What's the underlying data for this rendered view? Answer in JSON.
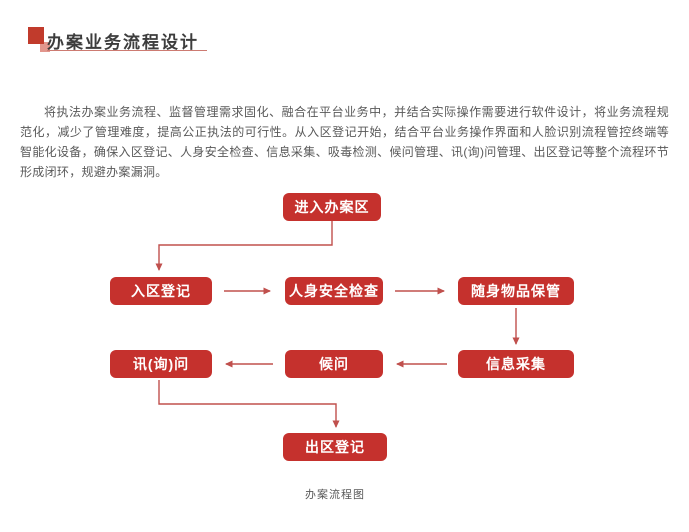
{
  "header": {
    "title": "办案业务流程设计"
  },
  "paragraph": "将执法办案业务流程、监督管理需求固化、融合在平台业务中，并结合实际操作需要进行软件设计，将业务流程规范化，减少了管理难度，提高公正执法的可行性。从入区登记开始，结合平台业务操作界面和人脸识别流程管控终端等智能化设备，确保入区登记、人身安全检查、信息采集、吸毒检测、候问管理、讯(询)问管理、出区登记等整个流程环节形成闭环，规避办案漏洞。",
  "flowchart": {
    "nodes": [
      {
        "id": "enter-case-area",
        "label": "进入办案区"
      },
      {
        "id": "entry-registration",
        "label": "入区登记"
      },
      {
        "id": "personal-safety-check",
        "label": "人身安全检查"
      },
      {
        "id": "belongings-storage",
        "label": "随身物品保管"
      },
      {
        "id": "interrogation",
        "label": "讯(询)问"
      },
      {
        "id": "waiting-room",
        "label": "候问"
      },
      {
        "id": "info-collection",
        "label": "信息采集"
      },
      {
        "id": "exit-registration",
        "label": "出区登记"
      }
    ],
    "edges": [
      [
        "进入办案区",
        "入区登记"
      ],
      [
        "入区登记",
        "人身安全检查"
      ],
      [
        "人身安全检查",
        "随身物品保管"
      ],
      [
        "随身物品保管",
        "信息采集"
      ],
      [
        "信息采集",
        "候问"
      ],
      [
        "候问",
        "讯(询)问"
      ],
      [
        "讯(询)问",
        "出区登记"
      ]
    ],
    "caption": "办案流程图"
  },
  "colors": {
    "node_red": "#c5312d",
    "arrow_red": "#c0504d",
    "title_marker_red": "#c13b2c",
    "title_marker_light": "#e2968d",
    "underline_red": "#cd7b72",
    "title_text": "#3d3d3d",
    "body_text": "#595959"
  }
}
